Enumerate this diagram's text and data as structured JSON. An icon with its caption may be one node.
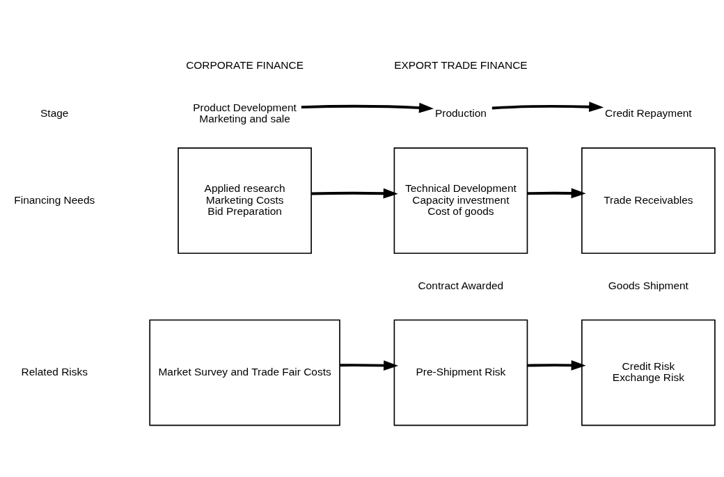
{
  "diagram": {
    "nodes": [
      {
        "text": [
          "Product Development",
          "Marketing and sale"
        ]
      },
      {
        "text": [
          "Production"
        ]
      },
      {
        "text": [
          "Credit Repayment"
        ]
      },
      {
        "text": [
          "Applied research",
          "Marketing Costs",
          "Bid Preparation"
        ]
      },
      {
        "text": [
          "Technical Development",
          "Capacity investment",
          "Cost of goods"
        ]
      },
      {
        "text": [
          "Trade Receivables"
        ]
      },
      {
        "text": [
          "Market Survey and Trade Fair Costs"
        ]
      },
      {
        "text": [
          "Pre-Shipment Risk"
        ]
      },
      {
        "text": [
          "Credit Risk",
          "Exchange Risk"
        ]
      }
    ],
    "edges": [
      {
        "from": 0,
        "to": 1,
        "arrow": "to"
      },
      {
        "from": 1,
        "to": 2,
        "arrow": "to"
      },
      {
        "from": 3,
        "to": 4,
        "arrow": "to"
      },
      {
        "from": 4,
        "to": 5,
        "arrow": "to"
      },
      {
        "from": 6,
        "to": 7,
        "arrow": "to"
      },
      {
        "from": 7,
        "to": 8,
        "arrow": "to"
      }
    ],
    "labels": [
      "CORPORATE FINANCE",
      "EXPORT TRADE FINANCE",
      "Stage",
      "Financing Needs",
      "Related Risks",
      "Contract Awarded",
      "Goods Shipment"
    ]
  }
}
